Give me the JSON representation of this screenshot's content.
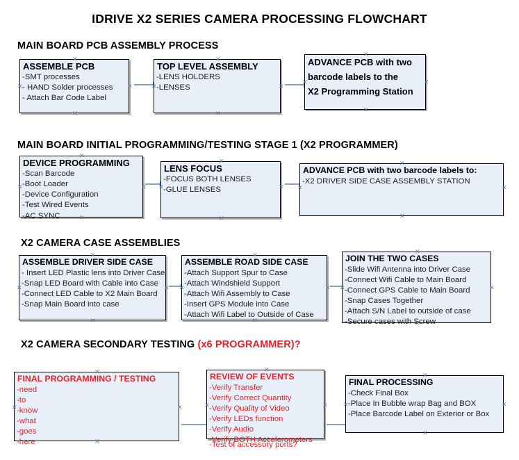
{
  "document": {
    "title": "IDRIVE X2  SERIES CAMERA PROCESSING FLOWCHART"
  },
  "colors": {
    "box_fill": "#e9eff8",
    "box_border": "#000000",
    "accent_red": "#e0242a",
    "connector_line": "#8aa0bd",
    "connector_arrow": "#4a79c7",
    "text": "#000000"
  },
  "sections": [
    {
      "id": "main-board-pcb-assembly",
      "heading": "MAIN BOARD PCB ASSEMBLY PROCESS",
      "heading_accent": "",
      "nodes": [
        {
          "id": "assemble-pcb",
          "header": "ASSEMBLE PCB",
          "items": [
            "-SMT processes",
            "- HAND Solder processes",
            "- Attach Bar Code Label"
          ]
        },
        {
          "id": "top-level-assembly",
          "header": "TOP LEVEL ASSEMBLY",
          "items": [
            "-LENS HOLDERS",
            "-LENSES"
          ]
        },
        {
          "id": "advance-pcb-to-x2-programming-station",
          "header_lines": [
            "ADVANCE PCB with two",
            "barcode labels to the",
            " X2 Programming Station"
          ],
          "items": []
        }
      ]
    },
    {
      "id": "main-board-initial-programming",
      "heading": "MAIN BOARD INITIAL PROGRAMMING/TESTING STAGE 1 (X2 PROGRAMMER)",
      "heading_accent": "",
      "nodes": [
        {
          "id": "device-programming",
          "header": "DEVICE PROGRAMMING",
          "items": [
            "-Scan Barcode",
            "-Boot Loader",
            "-Device Configuration",
            "-Test Wired Events",
            "-AC SYNC"
          ]
        },
        {
          "id": "lens-focus",
          "header": "LENS FOCUS",
          "items": [
            "-FOCUS BOTH LENSES",
            "-GLUE LENSES"
          ]
        },
        {
          "id": "advance-pcb-to-driver-side-case-station",
          "header": "ADVANCE PCB with two barcode labels to:",
          "items": [
            "-X2 DRIVER  SIDE  CASE  ASSEMBLY STATION"
          ]
        }
      ]
    },
    {
      "id": "x2-camera-case-assemblies",
      "heading": "X2 CAMERA CASE ASSEMBLIES",
      "heading_accent": "",
      "nodes": [
        {
          "id": "assemble-driver-side-case",
          "header": "ASSEMBLE DRIVER SIDE CASE",
          "items": [
            "- Insert LED Plastic lens into Driver Case",
            "-Snap LED Board with Cable into Case",
            "-Connect LED Cable to X2 Main Board",
            "-Snap Main Board into case"
          ]
        },
        {
          "id": "assemble-road-side-case",
          "header": "ASSEMBLE ROAD SIDE CASE",
          "items": [
            "-Attach Support Spur to Case",
            "-Attach Windshield Support",
            "-Attach Wifi Assembly to Case",
            "-Insert GPS Module into Case",
            "-Attach Wifi Label to Outside of Case"
          ]
        },
        {
          "id": "join-the-two-cases",
          "header": "JOIN THE TWO CASES",
          "items": [
            "-Slide Wifi Antenna into Driver Case",
            "-Connect Wifi Cable to Main Board",
            "-Connect GPS Cable to Main Board",
            "-Snap Cases Together",
            "-Attach S/N Label to outside of case",
            "-Secure cases with Screw"
          ]
        }
      ]
    },
    {
      "id": "x2-camera-secondary-testing",
      "heading": "X2 CAMERA SECONDARY TESTING ",
      "heading_accent": "(x6 PROGRAMMER)?",
      "nodes": [
        {
          "id": "final-programming-testing",
          "header": "FINAL PROGRAMMING / TESTING",
          "items": [
            "-need",
            "-to",
            "-know",
            "-what",
            "-goes",
            "-here"
          ]
        },
        {
          "id": "review-of-events",
          "header": "REVIEW OF EVENTS",
          "items": [
            "-Verify Transfer",
            "-Verify Correct Quantity",
            "-Verify Quality of Video",
            "-Verify LEDs function",
            "-Verify Audio",
            "-Verify BOTH Accelerometers"
          ],
          "overflow_item": "-Test of accessory ports?"
        },
        {
          "id": "final-processing",
          "header": "FINAL PROCESSING",
          "items": [
            " -Check Final Box",
            "-Place In Bubble wrap Bag and BOX",
            "-Place Barcode Label on Exterior or Box"
          ]
        }
      ]
    }
  ],
  "connectors": [
    {
      "id": "conn-assemble-pcb-to-top-level-assembly"
    },
    {
      "id": "conn-top-level-assembly-to-advance-pcb"
    },
    {
      "id": "conn-device-programming-to-lens-focus"
    },
    {
      "id": "conn-lens-focus-to-advance-pcb"
    },
    {
      "id": "conn-driver-case-to-road-case"
    },
    {
      "id": "conn-road-case-to-join-cases"
    },
    {
      "id": "conn-final-programming-to-review-events"
    },
    {
      "id": "conn-review-events-to-final-processing"
    }
  ]
}
